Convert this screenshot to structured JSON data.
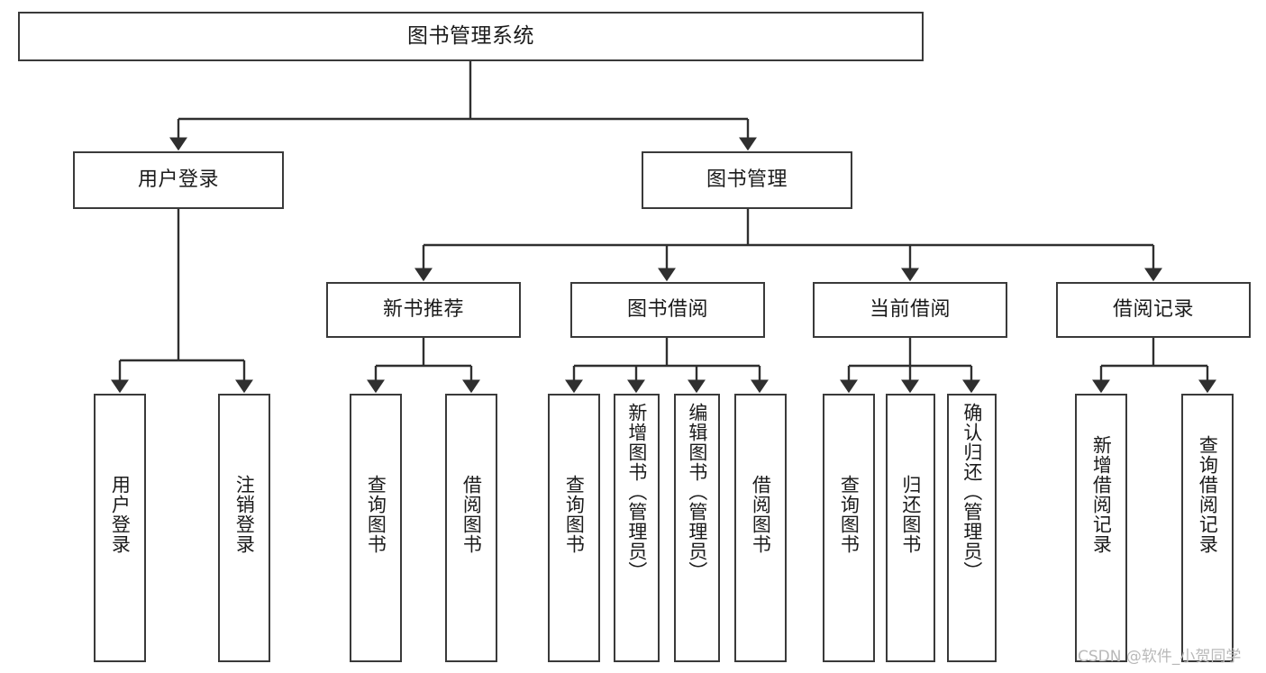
{
  "diagram": {
    "type": "tree",
    "title": "图书管理系统",
    "watermark": "CSDN @软件_小贺同学",
    "colors": {
      "box_border": "#3a3a3a",
      "box_fill": "#ffffff",
      "edge": "#2f2f2f",
      "text": "#1b1b1b",
      "watermark": "#b9b9b9"
    },
    "levels": {
      "root": "图书管理系统",
      "level2": [
        "用户登录",
        "图书管理"
      ],
      "level3": [
        "新书推荐",
        "图书借阅",
        "当前借阅",
        "借阅记录"
      ],
      "leaves": [
        "用户登录",
        "注销登录",
        "查询图书",
        "借阅图书",
        "查询图书",
        "新增图书（管理员）",
        "编辑图书（管理员）",
        "借阅图书",
        "查询图书",
        "归还图书",
        "确认归还（管理员）",
        "新增借阅记录",
        "查询借阅记录"
      ]
    },
    "nodes": {
      "root": {
        "label": "图书管理系统"
      },
      "user_login": {
        "label": "用户登录"
      },
      "book_mgmt": {
        "label": "图书管理"
      },
      "new_book_rec": {
        "label": "新书推荐"
      },
      "book_borrow": {
        "label": "图书借阅"
      },
      "current_borrow": {
        "label": "当前借阅"
      },
      "borrow_record": {
        "label": "借阅记录"
      },
      "leaf_user_login": {
        "label": "用户登录"
      },
      "leaf_logout": {
        "label": "注销登录"
      },
      "leaf_query_book_1": {
        "label": "查询图书"
      },
      "leaf_borrow_book_1": {
        "label": "借阅图书"
      },
      "leaf_query_book_2": {
        "label": "查询图书"
      },
      "leaf_add_book": {
        "label": "新增图书（管理员）"
      },
      "leaf_edit_book": {
        "label": "编辑图书（管理员）"
      },
      "leaf_borrow_book_2": {
        "label": "借阅图书"
      },
      "leaf_query_book_3": {
        "label": "查询图书"
      },
      "leaf_return_book": {
        "label": "归还图书"
      },
      "leaf_confirm_return": {
        "label": "确认归还（管理员）"
      },
      "leaf_add_record": {
        "label": "新增借阅记录"
      },
      "leaf_query_record": {
        "label": "查询借阅记录"
      }
    },
    "edges": [
      {
        "from": "root",
        "to": "user_login"
      },
      {
        "from": "root",
        "to": "book_mgmt"
      },
      {
        "from": "user_login",
        "to": "leaf_user_login"
      },
      {
        "from": "user_login",
        "to": "leaf_logout"
      },
      {
        "from": "book_mgmt",
        "to": "new_book_rec"
      },
      {
        "from": "book_mgmt",
        "to": "book_borrow"
      },
      {
        "from": "book_mgmt",
        "to": "current_borrow"
      },
      {
        "from": "book_mgmt",
        "to": "borrow_record"
      },
      {
        "from": "new_book_rec",
        "to": "leaf_query_book_1"
      },
      {
        "from": "new_book_rec",
        "to": "leaf_borrow_book_1"
      },
      {
        "from": "book_borrow",
        "to": "leaf_query_book_2"
      },
      {
        "from": "book_borrow",
        "to": "leaf_add_book"
      },
      {
        "from": "book_borrow",
        "to": "leaf_edit_book"
      },
      {
        "from": "book_borrow",
        "to": "leaf_borrow_book_2"
      },
      {
        "from": "current_borrow",
        "to": "leaf_query_book_3"
      },
      {
        "from": "current_borrow",
        "to": "leaf_return_book"
      },
      {
        "from": "current_borrow",
        "to": "leaf_confirm_return"
      },
      {
        "from": "borrow_record",
        "to": "leaf_add_record"
      },
      {
        "from": "borrow_record",
        "to": "leaf_query_record"
      }
    ]
  }
}
